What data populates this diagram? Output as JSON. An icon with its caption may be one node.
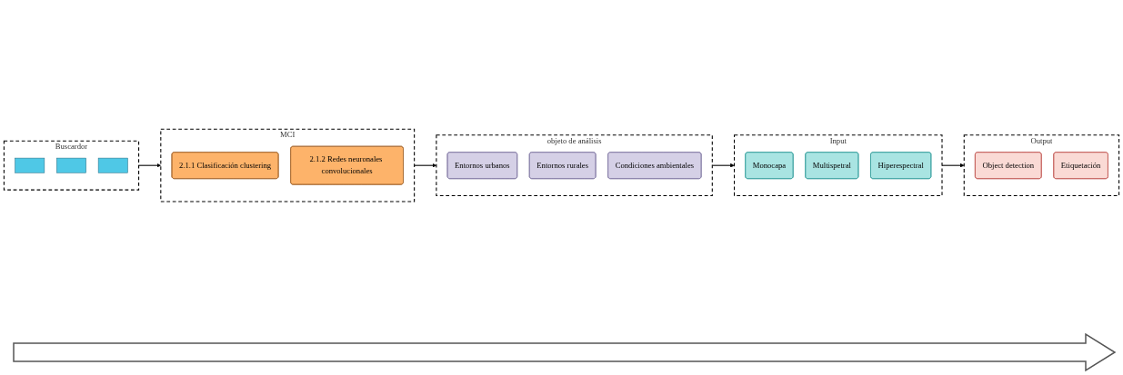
{
  "diagram": {
    "nodes": [
      {
        "text": [
          "Buscardor"
        ]
      },
      {
        "text": [],
        "shape": "box",
        "in": 0
      },
      {
        "text": [],
        "shape": "box",
        "in": 0
      },
      {
        "text": [],
        "shape": "box",
        "in": 0
      },
      {
        "text": [
          "MCI"
        ]
      },
      {
        "text": [
          "2.1.1 Clasificación clustering"
        ],
        "in": 4
      },
      {
        "text": [
          "2.1.2 Redes neuronales convolucionales"
        ],
        "in": 4
      },
      {
        "text": [
          "objeto de análisis"
        ]
      },
      {
        "text": [
          "Entornos urbanos"
        ],
        "in": 7
      },
      {
        "text": [
          "Entornos rurales"
        ],
        "in": 7
      },
      {
        "text": [
          "Condiciones ambientales"
        ],
        "in": 7
      },
      {
        "text": [
          "Input"
        ]
      },
      {
        "text": [
          "Monocapa"
        ],
        "in": 11
      },
      {
        "text": [
          "Multispetral"
        ],
        "in": 11
      },
      {
        "text": [
          "Hiperespectral"
        ],
        "in": 11
      },
      {
        "text": [
          "Output"
        ]
      },
      {
        "text": [
          "Object detection"
        ],
        "in": 15
      },
      {
        "text": [
          "Etiquetación"
        ],
        "in": 15
      }
    ],
    "edges": [
      {
        "from": 0,
        "to": 4,
        "arrow": "to"
      },
      {
        "from": 4,
        "to": 7,
        "arrow": "to"
      },
      {
        "from": 7,
        "to": 11,
        "arrow": "to"
      },
      {
        "from": 11,
        "to": 15,
        "arrow": "to"
      }
    ]
  }
}
